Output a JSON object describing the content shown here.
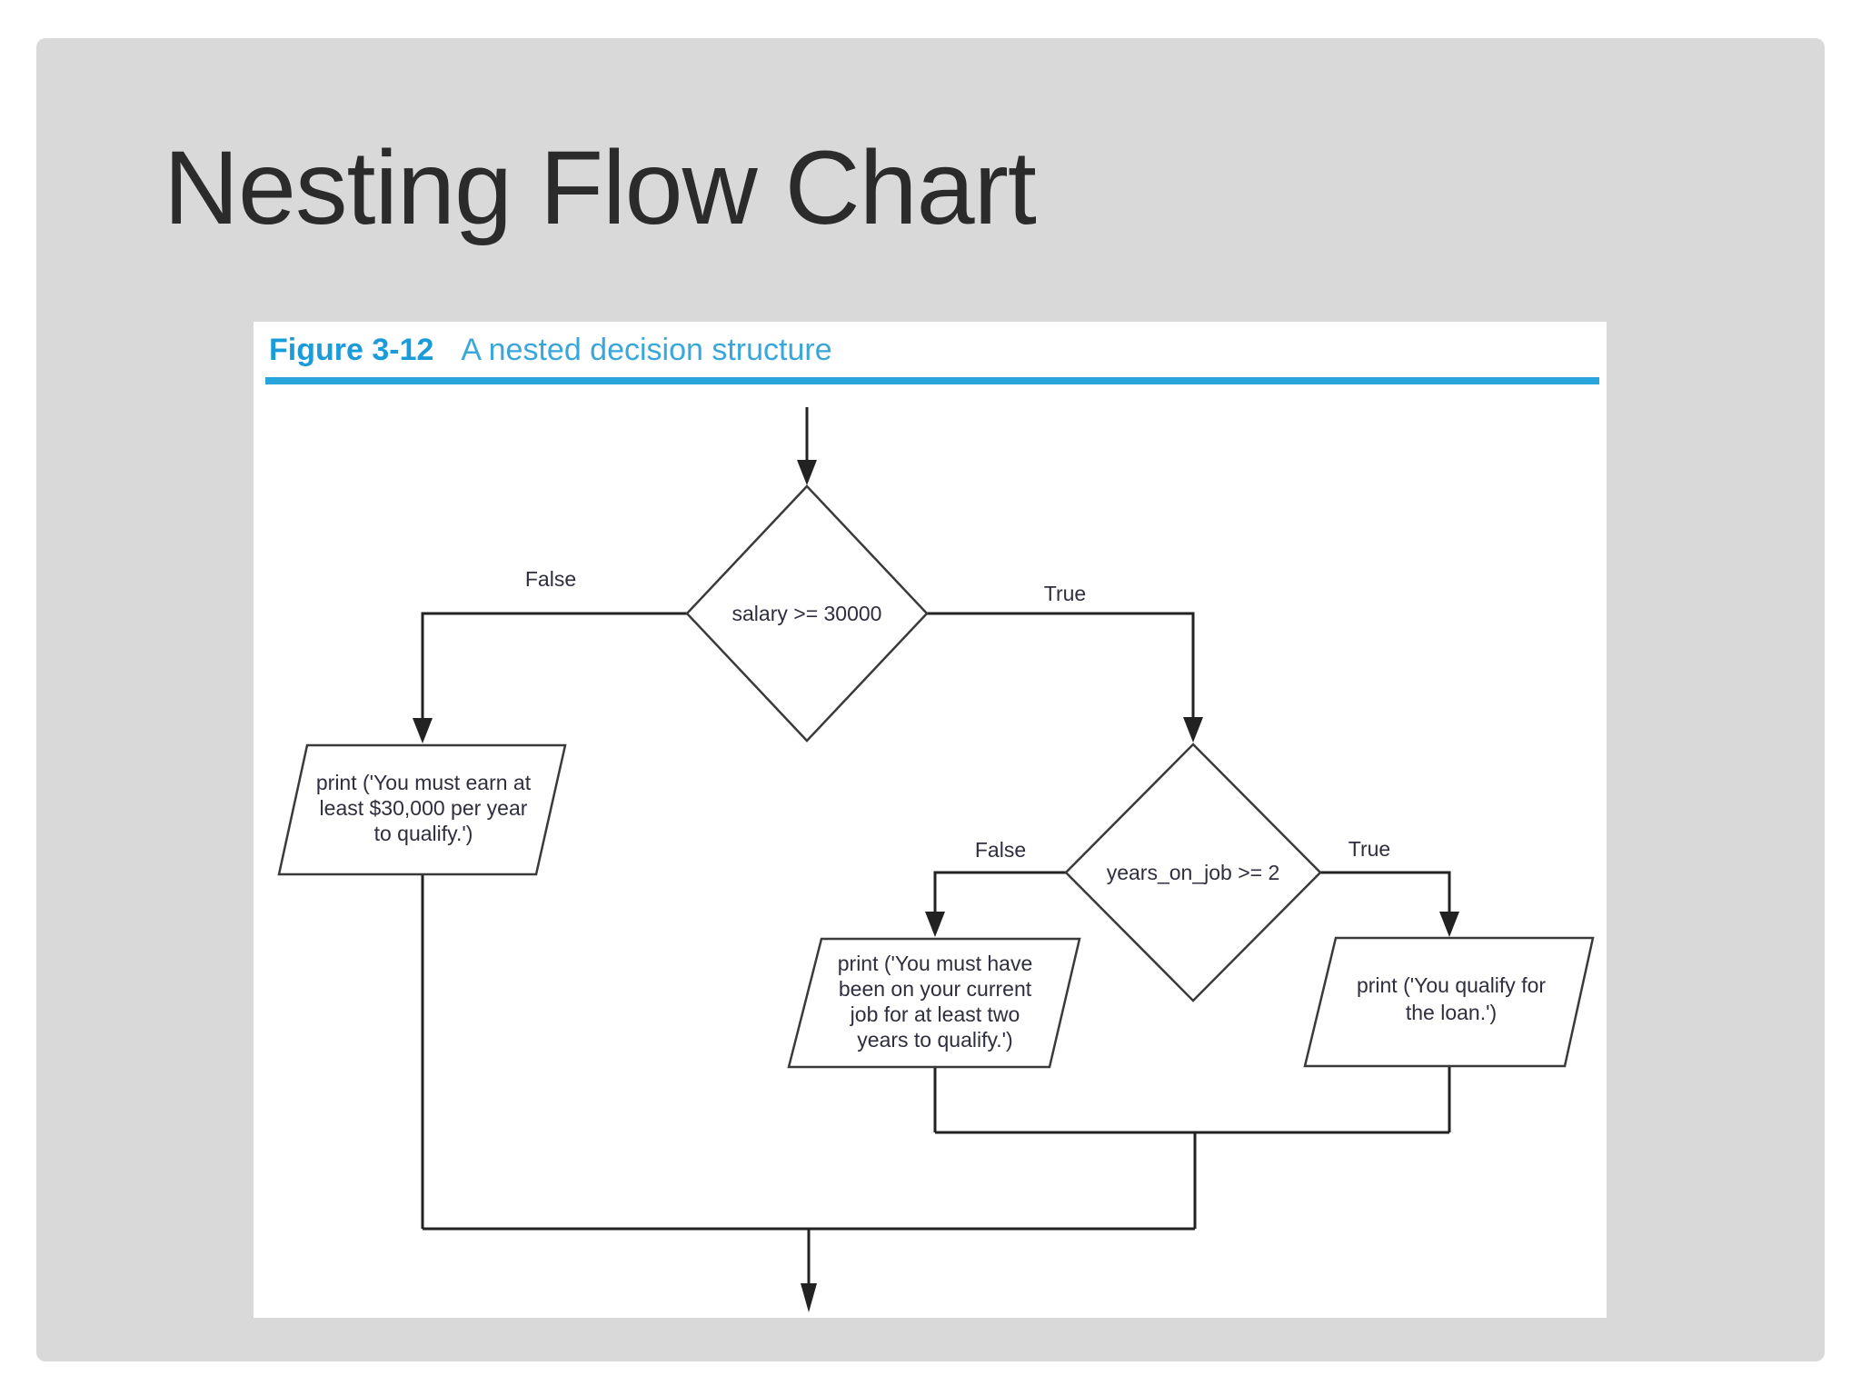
{
  "title": "Nesting Flow Chart",
  "figure": {
    "label": "Figure 3-12",
    "caption": "A nested decision structure"
  },
  "flowchart": {
    "decision_salary": {
      "label": "salary >= 30000",
      "false_label": "False",
      "true_label": "True"
    },
    "decision_years": {
      "label": "years_on_job >= 2",
      "false_label": "False",
      "true_label": "True"
    },
    "output_salary_false": {
      "lines": [
        "print ('You must earn at",
        "least $30,000 per year",
        "to qualify.')"
      ]
    },
    "output_years_false": {
      "lines": [
        "print ('You must have",
        "been on your current",
        "job for at least two",
        "years to qualify.')"
      ]
    },
    "output_years_true": {
      "lines": [
        "print ('You qualify for",
        "the loan.')"
      ]
    }
  },
  "colors": {
    "slide_background": "#d9d9d9",
    "panel_background": "#ffffff",
    "title_color": "#2b2b2b",
    "figure_label_blue": "#1b9cd8",
    "figure_caption_blue": "#3aa7da",
    "rule_blue": "#2aa5dc",
    "connector_color": "#222222",
    "node_text_color": "#2e2e3e"
  }
}
